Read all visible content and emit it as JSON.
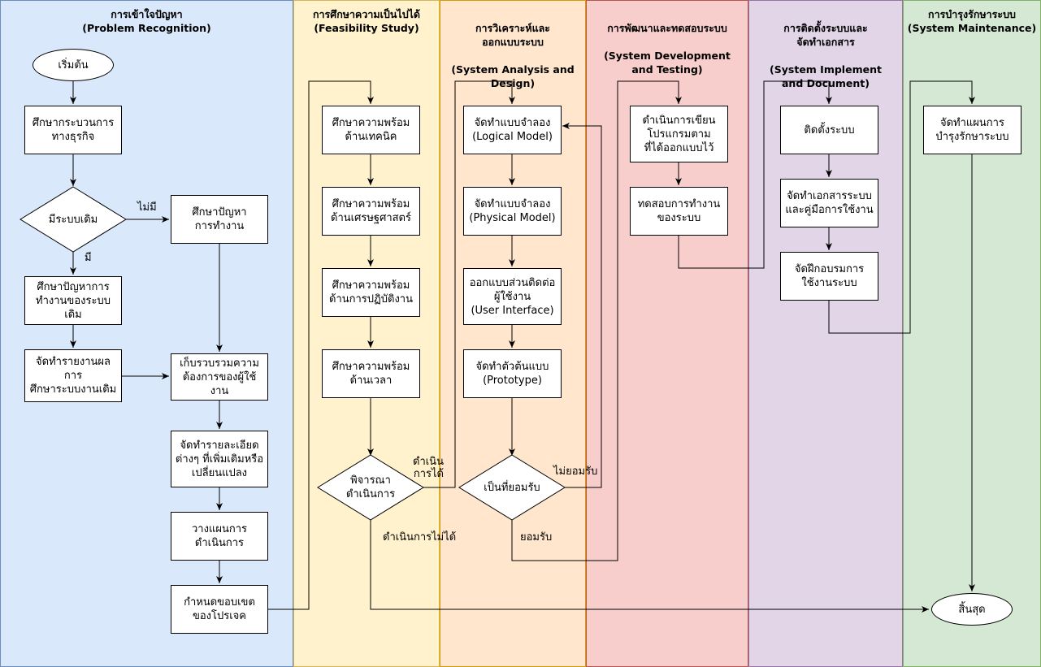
{
  "colors": {
    "lane1_fill": "#dae8fc",
    "lane1_border": "#6c8ebf",
    "lane2_fill": "#fff2cc",
    "lane2_border": "#d6b656",
    "lane3_fill": "#ffe6cc",
    "lane3_border": "#d79b00",
    "lane4_fill": "#f8cecc",
    "lane4_border": "#b85450",
    "lane5_fill": "#e1d5e7",
    "lane5_border": "#9673a6",
    "lane6_fill": "#d5e8d4",
    "lane6_border": "#82b366"
  },
  "lanes": [
    {
      "title_th": "การเข้าใจปัญหา",
      "title_en": "(Problem Recognition)"
    },
    {
      "title_th": "การศึกษาความเป็นไปได้",
      "title_en": "(Feasibility Study)"
    },
    {
      "title_th": "การวิเคราะห์และ\nออกแบบระบบ",
      "title_en": "(System Analysis and Design)"
    },
    {
      "title_th": "การพัฒนาและทดสอบระบบ",
      "title_en": "(System Development\nand Testing)"
    },
    {
      "title_th": "การติดตั้งระบบและ\nจัดทำเอกสาร",
      "title_en": "(System Implement\nand Document)"
    },
    {
      "title_th": "การบำรุงรักษาระบบ",
      "title_en": "(System Maintenance)"
    }
  ],
  "nodes": {
    "start": "เริ่มต้น",
    "study_business": "ศึกษากระบวนการ\nทางธุรกิจ",
    "has_system": "มีระบบเดิม",
    "study_work_problem": "ศึกษาปัญหา\nการทำงาน",
    "study_old_problem": "ศึกษาปัญหาการ\nทำงานของระบบเดิม",
    "report_old": "จัดทำรายงานผลการ\nศึกษาระบบงานเดิม",
    "collect_req": "เก็บรวบรวมความ\nต้องการของผู้ใช้งาน",
    "detail_changes": "จัดทำรายละเอียด\nต่างๆ ที่เพิ่มเติมหรือ\nเปลี่ยนแปลง",
    "plan": "วางแผนการ\nดำเนินการ",
    "scope": "กำหนดขอบเขต\nของโปรเจค",
    "tech_ready": "ศึกษาความพร้อม\nด้านเทคนิค",
    "econ_ready": "ศึกษาความพร้อม\nด้านเศรษฐศาสตร์",
    "ops_ready": "ศึกษาความพร้อม\nด้านการปฏิบัติงาน",
    "time_ready": "ศึกษาความพร้อม\nด้านเวลา",
    "consider": "พิจารณา\nดำเนินการ",
    "logical_model": "จัดทำแบบจำลอง\n(Logical Model)",
    "physical_model": "จัดทำแบบจำลอง\n(Physical Model)",
    "ui_design": "ออกแบบส่วนติดต่อ\nผู้ใช้งาน\n(User Interface)",
    "prototype": "จัดทำตัวต้นแบบ\n(Prototype)",
    "accepted": "เป็นที่ยอมรับ",
    "write_program": "ดำเนินการเขียน\nโปรแกรมตาม\nที่ได้ออกแบบไว้",
    "test_system": "ทดสอบการทำงาน\nของระบบ",
    "install": "ติดตั้งระบบ",
    "docs": "จัดทำเอกสารระบบ\nและคู่มือการใช้งาน",
    "training": "จัดฝึกอบรมการ\nใช้งานระบบ",
    "maint_plan": "จัดทำแผนการ\nบำรุงรักษาระบบ",
    "end": "สิ้นสุด"
  },
  "edge_labels": {
    "no_system": "ไม่มี",
    "yes_system": "มี",
    "feasible": "ดำเนิน\nการได้",
    "not_feasible": "ดำเนินการไม่ได้",
    "not_accepted": "ไม่ยอมรับ",
    "accepted": "ยอมรับ"
  }
}
